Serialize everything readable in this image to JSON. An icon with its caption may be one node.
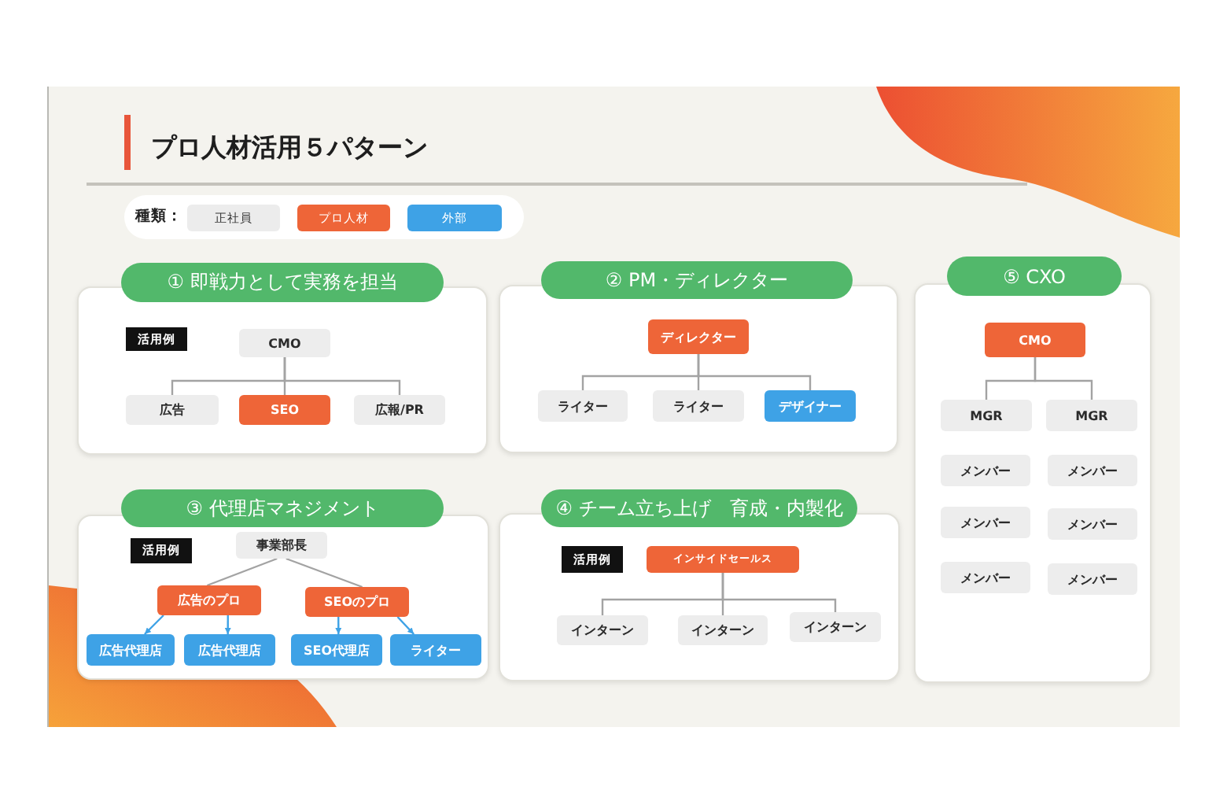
{
  "diagram": {
    "title": "プロ人材活用５パターン",
    "nodes": [
      {
        "text": [
          "① 即戦力として実務を担当"
        ]
      },
      {
        "text": [
          "活用例"
        ],
        "in": 0
      },
      {
        "text": [
          "CMO"
        ],
        "in": 0
      },
      {
        "text": [
          "広告"
        ],
        "in": 0
      },
      {
        "text": [
          "SEO"
        ],
        "in": 0
      },
      {
        "text": [
          "広報/PR"
        ],
        "in": 0
      },
      {
        "text": [
          "② PM・ディレクター"
        ]
      },
      {
        "text": [
          "ディレクター"
        ],
        "in": 6
      },
      {
        "text": [
          "ライター"
        ],
        "in": 6
      },
      {
        "text": [
          "ライター"
        ],
        "in": 6
      },
      {
        "text": [
          "デザイナー"
        ],
        "in": 6
      },
      {
        "text": [
          "⑤ CXO"
        ]
      },
      {
        "text": [
          "CMO"
        ],
        "in": 11
      },
      {
        "text": [
          "MGR"
        ],
        "in": 11
      },
      {
        "text": [
          "MGR"
        ],
        "in": 11
      },
      {
        "text": [
          "メンバー"
        ],
        "in": 11
      },
      {
        "text": [
          "メンバー"
        ],
        "in": 11
      },
      {
        "text": [
          "メンバー"
        ],
        "in": 11
      },
      {
        "text": [
          "メンバー"
        ],
        "in": 11
      },
      {
        "text": [
          "メンバー"
        ],
        "in": 11
      },
      {
        "text": [
          "メンバー"
        ],
        "in": 11
      },
      {
        "text": [
          "③ 代理店マネジメント"
        ]
      },
      {
        "text": [
          "活用例"
        ],
        "in": 21
      },
      {
        "text": [
          "事業部長"
        ],
        "in": 21
      },
      {
        "text": [
          "広告のプロ"
        ],
        "in": 21
      },
      {
        "text": [
          "SEOのプロ"
        ],
        "in": 21
      },
      {
        "text": [
          "広告代理店"
        ],
        "in": 21
      },
      {
        "text": [
          "広告代理店"
        ],
        "in": 21
      },
      {
        "text": [
          "SEO代理店"
        ],
        "in": 21
      },
      {
        "text": [
          "ライター"
        ],
        "in": 21
      },
      {
        "text": [
          "④ チーム立ち上げ　育成・内製化"
        ]
      },
      {
        "text": [
          "活用例"
        ],
        "in": 30
      },
      {
        "text": [
          "インサイドセールス"
        ],
        "in": 30
      },
      {
        "text": [
          "インターン"
        ],
        "in": 30
      },
      {
        "text": [
          "インターン"
        ],
        "in": 30
      },
      {
        "text": [
          "インターン"
        ],
        "in": 30
      }
    ],
    "edges": [
      {
        "from": 2,
        "to": 3,
        "arrow": "none"
      },
      {
        "from": 2,
        "to": 4,
        "arrow": "none"
      },
      {
        "from": 2,
        "to": 5,
        "arrow": "none"
      },
      {
        "from": 7,
        "to": 8,
        "arrow": "none"
      },
      {
        "from": 7,
        "to": 9,
        "arrow": "none"
      },
      {
        "from": 7,
        "to": 10,
        "arrow": "none"
      },
      {
        "from": 12,
        "to": 13,
        "arrow": "none"
      },
      {
        "from": 12,
        "to": 14,
        "arrow": "none"
      },
      {
        "from": 23,
        "to": 24,
        "arrow": "none"
      },
      {
        "from": 23,
        "to": 25,
        "arrow": "none"
      },
      {
        "from": 24,
        "to": 26,
        "arrow": "to",
        "color": "#3ea2e6"
      },
      {
        "from": 24,
        "to": 27,
        "arrow": "to",
        "color": "#3ea2e6"
      },
      {
        "from": 25,
        "to": 28,
        "arrow": "to",
        "color": "#3ea2e6"
      },
      {
        "from": 25,
        "to": 29,
        "arrow": "to",
        "color": "#3ea2e6"
      },
      {
        "from": 32,
        "to": 33,
        "arrow": "none"
      },
      {
        "from": 32,
        "to": 34,
        "arrow": "none"
      },
      {
        "from": 32,
        "to": 35,
        "arrow": "none"
      }
    ],
    "labels": [
      "種類："
    ],
    "legend": [
      {
        "text": "正社員",
        "color": "#ececec"
      },
      {
        "text": "プロ人材",
        "color": "#ee6538"
      },
      {
        "text": "外部",
        "color": "#3ea2e6"
      }
    ]
  }
}
